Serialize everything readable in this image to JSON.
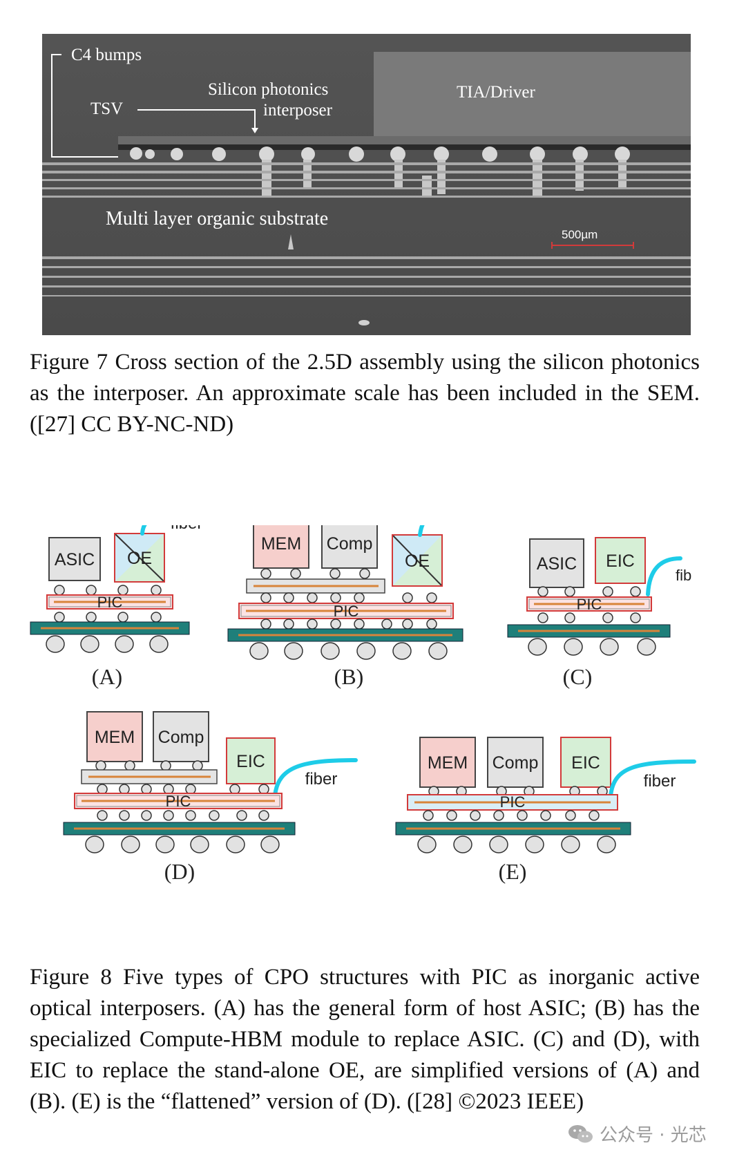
{
  "figure7": {
    "labels": {
      "c4_bumps": "C4 bumps",
      "tsv": "TSV",
      "si_photonics_1": "Silicon photonics",
      "si_photonics_2": "interposer",
      "tia_driver": "TIA/Driver",
      "substrate": "Multi layer organic substrate",
      "scale": "500µm"
    },
    "caption": "Figure 7 Cross section of the 2.5D assembly using the silicon photonics as the interposer. An approximate scale has been included in the SEM. ([27] CC BY-NC-ND)"
  },
  "figure8": {
    "panels": {
      "A": {
        "id": "(A)",
        "chips": [
          "ASIC",
          "OE"
        ],
        "interposer": "PIC",
        "fiber": "fiber"
      },
      "B": {
        "id": "(B)",
        "chips": [
          "MEM",
          "Comp",
          "OE"
        ],
        "interposer": "PIC",
        "fiber": "fiber"
      },
      "C": {
        "id": "(C)",
        "chips": [
          "ASIC",
          "EIC"
        ],
        "interposer": "PIC",
        "fiber": "fib"
      },
      "D": {
        "id": "(D)",
        "chips": [
          "MEM",
          "Comp",
          "EIC"
        ],
        "interposer": "PIC",
        "fiber": "fiber"
      },
      "E": {
        "id": "(E)",
        "chips": [
          "MEM",
          "Comp",
          "EIC"
        ],
        "interposer": "PIC",
        "fiber": "fiber"
      }
    },
    "caption": "Figure 8 Five types of CPO structures with PIC as inorganic active optical interposers. (A) has the general form of host ASIC; (B) has the specialized Compute-HBM module to replace ASIC. (C) and (D), with EIC to replace the stand-alone OE, are simplified versions of (A) and (B). (E) is the “flattened” version of (D). ([28] ©2023 IEEE)"
  },
  "watermark": "公众号 · 光芯",
  "colors": {
    "substrate": "#1f7f7a",
    "fiber": "#1ecce8",
    "trace": "#d8843a",
    "mem": "#f6cfcc",
    "comp": "#e3e3e3",
    "eic": "#d6efd6",
    "oe": "#cfeaf6",
    "pic_border": "#d23a3a"
  }
}
